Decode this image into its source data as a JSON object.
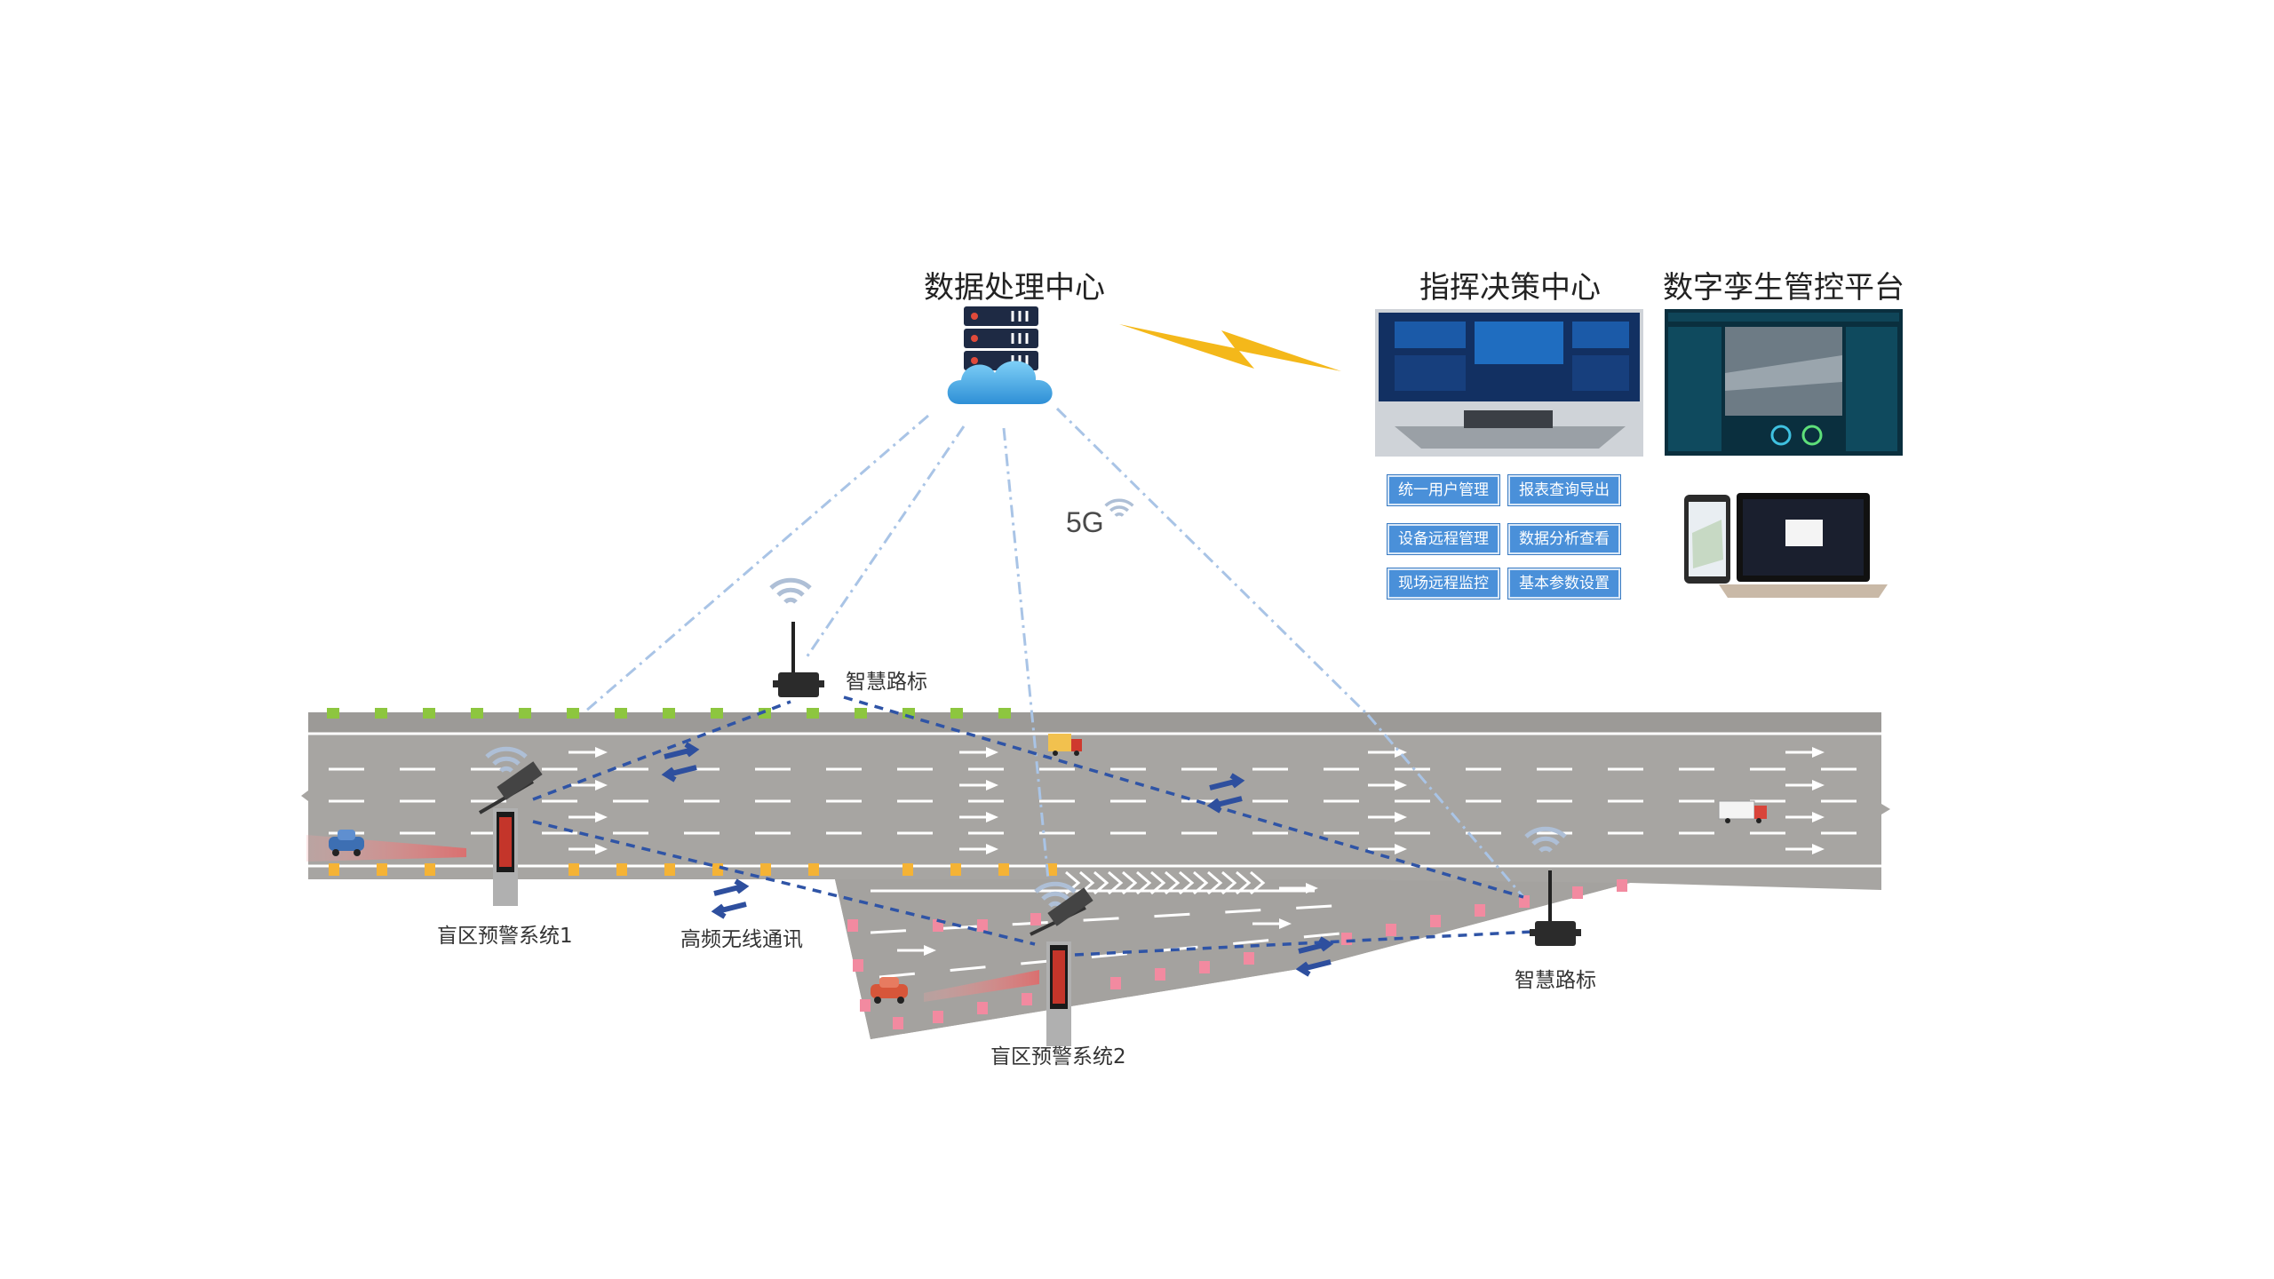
{
  "labels": {
    "data_center": "数据处理中心",
    "command_center": "指挥决策中心",
    "twin_platform": "数字孪生管控平台",
    "signal_5g": "5G",
    "smart_sign_top": "智慧路标",
    "smart_sign_right": "智慧路标",
    "blind_system_1": "盲区预警系统1",
    "blind_system_2": "盲区预警系统2",
    "hf_wireless": "高频无线通讯"
  },
  "buttons": [
    "统一用户管理",
    "报表查询导出",
    "设备远程管理",
    "数据分析查看",
    "现场远程监控",
    "基本参数设置"
  ],
  "colors": {
    "road": "#a7a5a2",
    "lane_marking": "#ffffff",
    "dashed_link": "#2f54a6",
    "fiveg_link": "#a9c4e6",
    "bolt": "#f4b81a",
    "button": "#4a90d9",
    "delineator_green": "#8dc63f",
    "delineator_yellow": "#f5b335",
    "delineator_pink": "#f28aa0"
  },
  "icons": [
    "server-cloud-icon",
    "wifi-icon",
    "smart-sign-device-icon",
    "warning-pole-icon",
    "car-icon",
    "truck-icon",
    "phone-icon",
    "laptop-icon",
    "lightning-bolt-icon",
    "two-way-arrow-icon"
  ]
}
